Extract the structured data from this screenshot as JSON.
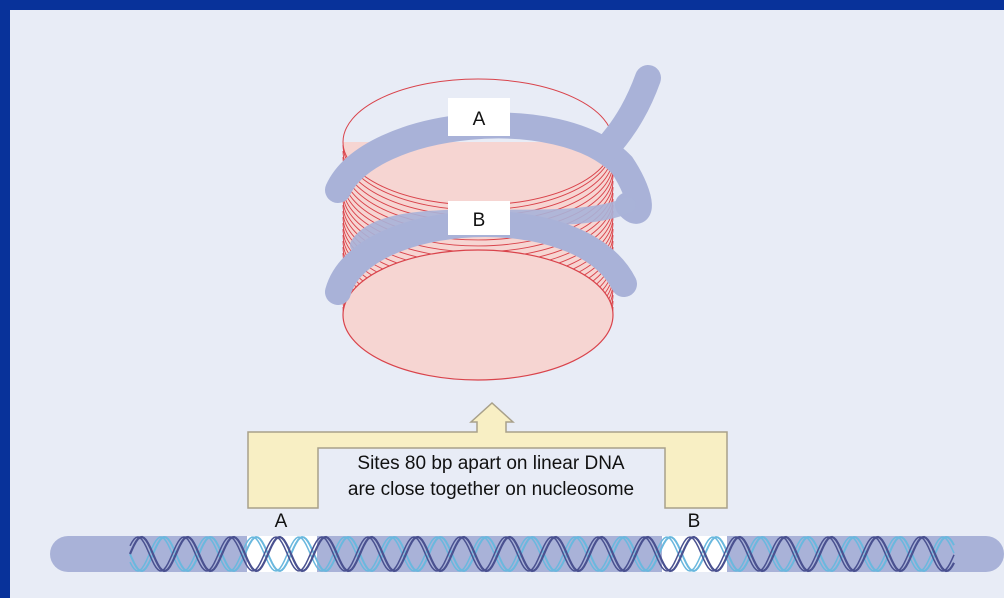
{
  "diagram": {
    "nucleosome_site_a": "A",
    "nucleosome_site_b": "B",
    "caption_line1": "Sites 80 bp apart on linear DNA",
    "caption_line2": "are close together on nucleosome",
    "linear_site_a": "A",
    "linear_site_b": "B"
  },
  "colors": {
    "frame": "#08329a",
    "background": "#e8ecf6",
    "histone_fill": "#f6d5d2",
    "histone_lines": "#d9434b",
    "dna_band": "#a9b2d8",
    "callout_fill": "#f8efc4",
    "callout_stroke": "#a8a08a",
    "helix_dark": "#4a5190",
    "helix_light": "#6ab8de"
  },
  "icons": {
    "nucleosome": "nucleosome-illustration",
    "linear_dna": "double-helix-illustration",
    "arrow": "up-arrow-callout"
  }
}
